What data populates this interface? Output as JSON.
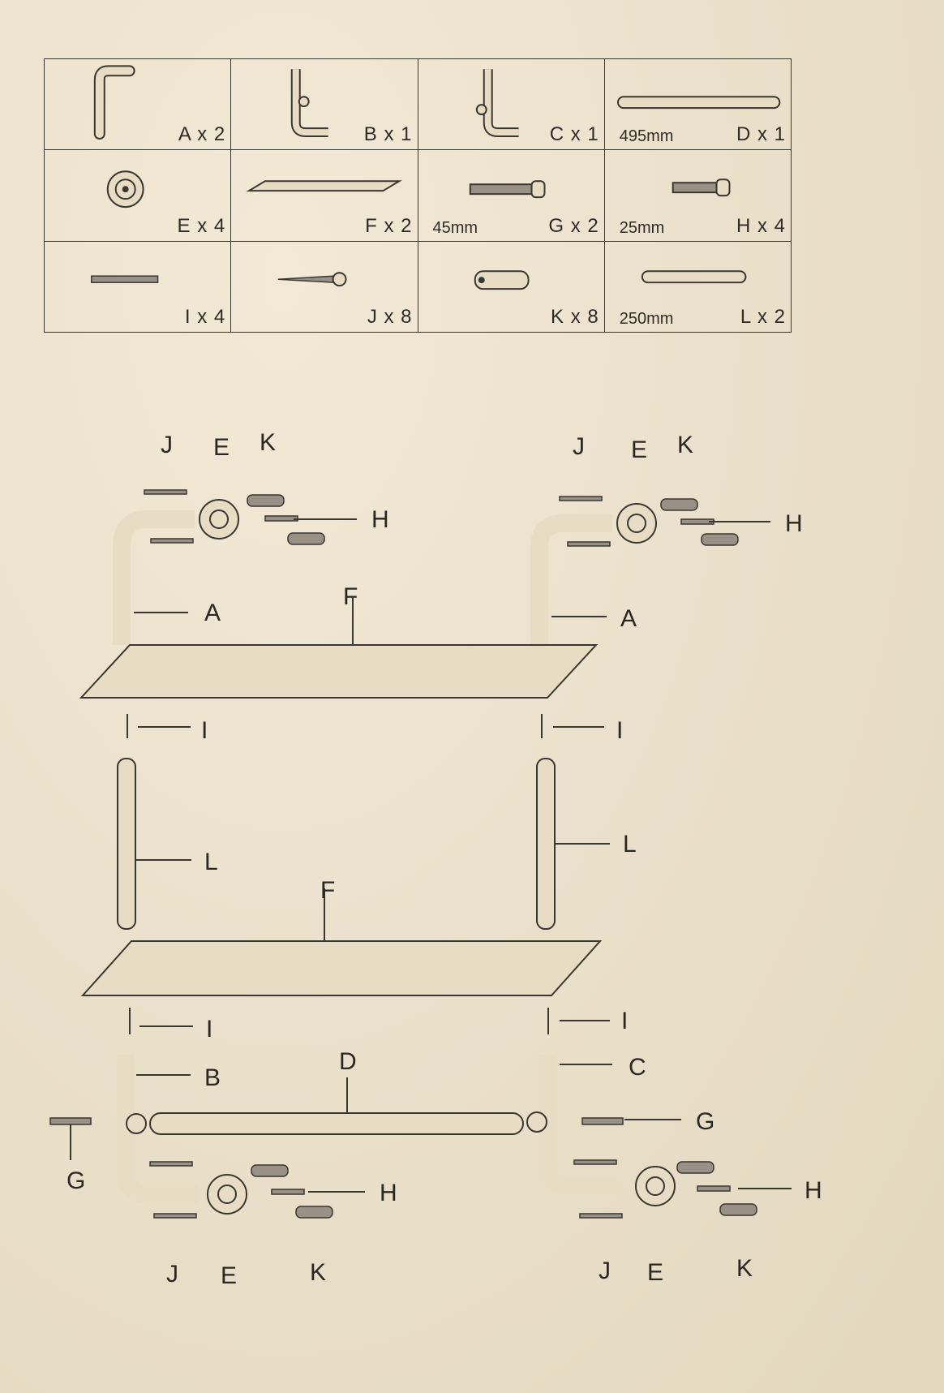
{
  "parts": [
    {
      "id": "A",
      "label": "A x 2",
      "size": "",
      "icon": "elbow-pipe-icon"
    },
    {
      "id": "B",
      "label": "B x 1",
      "size": "",
      "icon": "tee-elbow-left-icon"
    },
    {
      "id": "C",
      "label": "C x 1",
      "size": "",
      "icon": "tee-elbow-right-icon"
    },
    {
      "id": "D",
      "label": "D x 1",
      "size": "495mm",
      "icon": "long-tube-icon"
    },
    {
      "id": "E",
      "label": "E x 4",
      "size": "",
      "icon": "flange-icon"
    },
    {
      "id": "F",
      "label": "F x 2",
      "size": "",
      "icon": "shelf-board-icon"
    },
    {
      "id": "G",
      "label": "G x 2",
      "size": "45mm",
      "icon": "bolt-long-icon"
    },
    {
      "id": "H",
      "label": "H x 4",
      "size": "25mm",
      "icon": "bolt-short-icon"
    },
    {
      "id": "I",
      "label": "I x 4",
      "size": "",
      "icon": "double-thread-screw-icon"
    },
    {
      "id": "J",
      "label": "J x 8",
      "size": "",
      "icon": "wood-screw-icon"
    },
    {
      "id": "K",
      "label": "K x 8",
      "size": "",
      "icon": "wall-plug-icon"
    },
    {
      "id": "L",
      "label": "L x 2",
      "size": "250mm",
      "icon": "short-tube-icon"
    }
  ],
  "callouts": {
    "J": "J",
    "E": "E",
    "K": "K",
    "H": "H",
    "A": "A",
    "F": "F",
    "I": "I",
    "L": "L",
    "B": "B",
    "C": "C",
    "D": "D",
    "G": "G"
  }
}
